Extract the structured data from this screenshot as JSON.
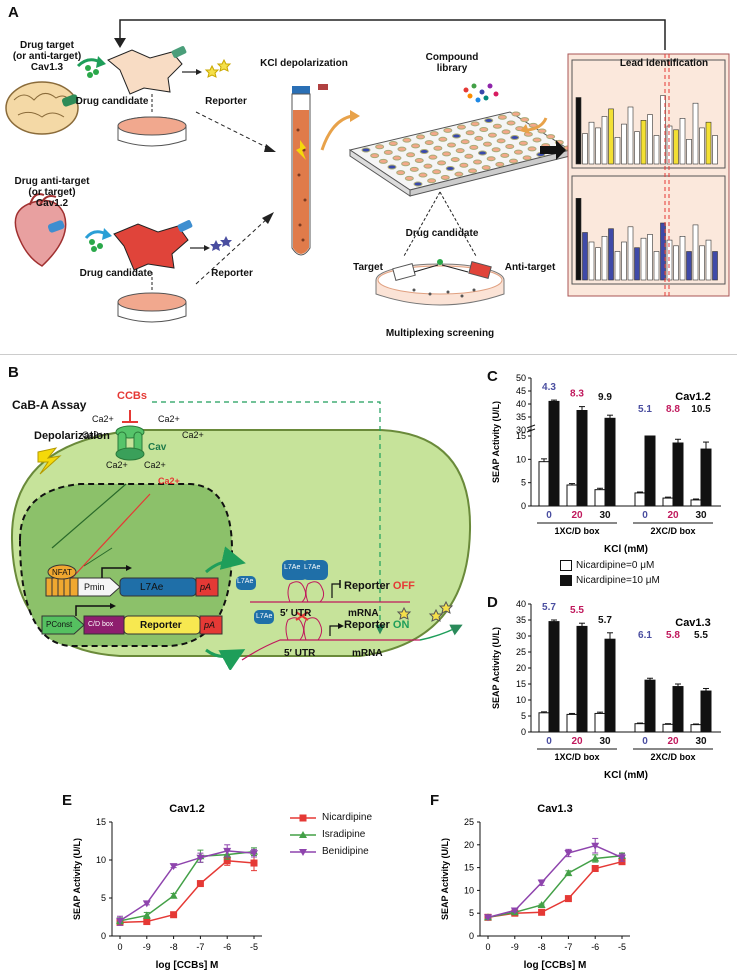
{
  "panel_labels": {
    "A": "A",
    "B": "B",
    "C": "C",
    "D": "D",
    "E": "E",
    "F": "F"
  },
  "panelA": {
    "target_label_l1": "Drug target",
    "target_label_l2": "(or anti-target)",
    "target_label_l3": "Cav1.3",
    "antitarget_label_l1": "Drug anti-target",
    "antitarget_label_l2": "(or target)",
    "antitarget_label_l3": "Cav1.2",
    "drug_candidate": "Drug candidate",
    "reporter": "Reporter",
    "kcl": "KCl depolarization",
    "compound_library_l1": "Compound",
    "compound_library_l2": "library",
    "lead": "Lead identification",
    "target": "Target",
    "anti_target": "Anti-target",
    "multiplex": "Multiplexing screening"
  },
  "panelB": {
    "title": "CaB-A Assay",
    "ccbs": "CCBs",
    "depolarization": "Depolarization",
    "ca": "Ca2+",
    "cav": "Cav",
    "nfat": "NFAT",
    "pmin": "Pmin",
    "l7ae": "L7Ae",
    "pa": "pA",
    "pconst": "PConst",
    "cdbox": "C/D box",
    "reporter": "Reporter",
    "utr": "5′ UTR",
    "mrna": "mRNA",
    "reporter_off": "Reporter OFF",
    "reporter_on": "Reporter ON",
    "off_word": "OFF",
    "on_word": "ON"
  },
  "colors": {
    "blue": "#4a4ea0",
    "pink": "#c0185c",
    "red": "#e53935",
    "green": "#43a047",
    "purple": "#8e44ad"
  },
  "chart_data": [
    {
      "id": "C",
      "type": "bar",
      "title": "Cav1.2",
      "ylabel": "SEAP Activity (U/L)",
      "xlabel": "KCl (mM)",
      "categories": [
        "0",
        "20",
        "30",
        "0",
        "20",
        "30"
      ],
      "groups": [
        "1XC/D box",
        "2XC/D box"
      ],
      "series": [
        {
          "name": "Nicardipine=0  μM",
          "values": [
            9.5,
            4.5,
            3.5,
            2.8,
            1.7,
            1.3
          ],
          "errors": [
            0.6,
            0.3,
            0.3,
            0.2,
            0.2,
            0.2
          ]
        },
        {
          "name": "Nicardipine=10 μM",
          "values": [
            41,
            37.5,
            34.5,
            15,
            13.5,
            12.2
          ],
          "errors": [
            0.5,
            1.5,
            1.2,
            0.3,
            0.8,
            1.5
          ]
        }
      ],
      "fold_labels": [
        "4.3",
        "8.3",
        "9.9",
        "5.1",
        "8.8",
        "10.5"
      ],
      "yticks": [
        "0",
        "5",
        "10",
        "15",
        "30",
        "35",
        "40",
        "45",
        "50"
      ]
    },
    {
      "id": "D",
      "type": "bar",
      "title": "Cav1.3",
      "ylabel": "SEAP Activity (U/L)",
      "xlabel": "KCl (mM)",
      "categories": [
        "0",
        "20",
        "30",
        "0",
        "20",
        "30"
      ],
      "groups": [
        "1XC/D box",
        "2XC/D box"
      ],
      "series": [
        {
          "name": "Nicardipine=0  μM",
          "values": [
            6,
            5.5,
            5.8,
            2.6,
            2.4,
            2.3
          ],
          "errors": [
            0.3,
            0.3,
            0.4,
            0.2,
            0.2,
            0.2
          ]
        },
        {
          "name": "Nicardipine=10 μM",
          "values": [
            34.5,
            33,
            29,
            16.2,
            14.2,
            12.8
          ],
          "errors": [
            0.5,
            1.0,
            2.0,
            0.6,
            0.8,
            0.8
          ]
        }
      ],
      "fold_labels": [
        "5.7",
        "5.5",
        "5.7",
        "6.1",
        "5.8",
        "5.5"
      ],
      "ylim": [
        0,
        40
      ],
      "yticks": [
        "0",
        "5",
        "10",
        "15",
        "20",
        "25",
        "30",
        "35",
        "40"
      ]
    },
    {
      "id": "E",
      "type": "line",
      "title": "Cav1.2",
      "ylabel": "SEAP Activity (U/L)",
      "xlabel": "log [CCBs] M",
      "x": [
        "0",
        "-9",
        "-8",
        "-7",
        "-6",
        "-5"
      ],
      "ylim": [
        0,
        15
      ],
      "yticks": [
        "0",
        "5",
        "10",
        "15"
      ],
      "series": [
        {
          "name": "Nicardipine",
          "values": [
            1.8,
            1.9,
            2.8,
            6.9,
            9.9,
            9.6
          ],
          "errors": [
            0.3,
            0.3,
            0.2,
            0.3,
            0.6,
            1.0
          ]
        },
        {
          "name": "Isradipine",
          "values": [
            2.0,
            2.7,
            5.3,
            10.5,
            10.7,
            11.1
          ],
          "errors": [
            0.4,
            0.4,
            0.3,
            0.8,
            0.6,
            0.5
          ]
        },
        {
          "name": "Benidipine",
          "values": [
            2.0,
            4.3,
            9.2,
            10.3,
            11.2,
            10.9
          ],
          "errors": [
            0.6,
            0.2,
            0.2,
            0.6,
            0.8,
            0.5
          ]
        }
      ]
    },
    {
      "id": "F",
      "type": "line",
      "title": "Cav1.3",
      "ylabel": "SEAP Activity (U/L)",
      "xlabel": "log [CCBs] M",
      "x": [
        "0",
        "-9",
        "-8",
        "-7",
        "-6",
        "-5"
      ],
      "ylim": [
        0,
        25
      ],
      "yticks": [
        "0",
        "5",
        "10",
        "15",
        "20",
        "25"
      ],
      "series": [
        {
          "name": "Nicardipine",
          "values": [
            4.1,
            5.0,
            5.2,
            8.2,
            14.8,
            16.3
          ],
          "errors": [
            0.2,
            0.2,
            0.2,
            0.6,
            0.6,
            0.5
          ]
        },
        {
          "name": "Isradipine",
          "values": [
            4.1,
            5.2,
            6.8,
            13.8,
            17.0,
            17.6
          ],
          "errors": [
            0.2,
            0.2,
            0.2,
            0.5,
            0.8,
            0.6
          ]
        },
        {
          "name": "Benidipine",
          "values": [
            4.1,
            5.6,
            11.7,
            18.2,
            19.8,
            17.2
          ],
          "errors": [
            0.2,
            0.3,
            0.6,
            0.8,
            1.6,
            0.8
          ]
        }
      ]
    }
  ]
}
